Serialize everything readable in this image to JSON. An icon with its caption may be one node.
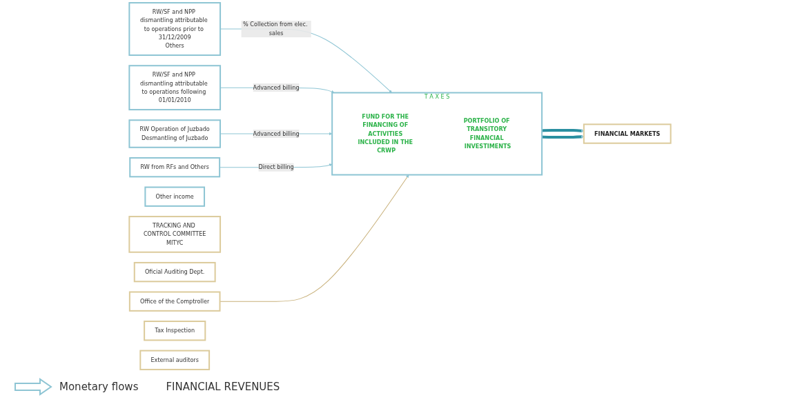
{
  "diagram": {
    "nodes": [
      {
        "text": [
          "RW/SF and NPP dismantling attributable to operations prior to 31/12/2009",
          "Others"
        ]
      },
      {
        "text": [
          "RW/SF and NPP dismantling attributable to operations following 01/01/2010"
        ]
      },
      {
        "text": [
          "RW Operation of Juzbado",
          "Desmantling of Juzbado"
        ]
      },
      {
        "text": [
          "RW from RFs and Others"
        ]
      },
      {
        "text": [
          "Other income"
        ]
      },
      {
        "text": [
          "T A X E S"
        ]
      },
      {
        "text": [
          "FUND FOR THE FINANCING OF ACTIVITIES INCLUDED IN THE CRWP"
        ],
        "in": 5
      },
      {
        "text": [
          "PORTFOLIO OF TRANSITORY FINANCIAL INVESTIMENTS"
        ],
        "in": 5
      },
      {
        "text": [
          "TRACKING AND CONTROL COMMITTEE",
          "MITYC"
        ]
      },
      {
        "text": [
          "Oficial Auditing Dept."
        ]
      },
      {
        "text": [
          "Office of the Comptroller"
        ]
      },
      {
        "text": [
          "Tax Inspection"
        ]
      },
      {
        "text": [
          "External auditors"
        ]
      },
      {
        "text": [
          "FINANCIAL MARKETS"
        ]
      }
    ],
    "edges": [
      {
        "from": 0,
        "to": 5,
        "arrow": "to",
        "label": "% Collection from elec. sales"
      },
      {
        "from": 1,
        "to": 5,
        "arrow": "to",
        "label": "Advanced billing"
      },
      {
        "from": 2,
        "to": 5,
        "arrow": "to",
        "label": "Advanced billing"
      },
      {
        "from": 3,
        "to": 5,
        "arrow": "to",
        "label": "Direct billing"
      },
      {
        "from": 10,
        "to": 5,
        "arrow": "to",
        "color": "#c8b07a"
      },
      {
        "from": 5,
        "to": 13,
        "arrow": "to",
        "style": "thick",
        "color": "#2a8fa0"
      },
      {
        "from": 5,
        "to": 13,
        "arrow": "to",
        "style": "thick",
        "color": "#2a8fa0"
      }
    ],
    "labels": [
      "FINANCIAL REVENUES"
    ],
    "legend": [
      {
        "text": "Monetary flows"
      }
    ]
  }
}
